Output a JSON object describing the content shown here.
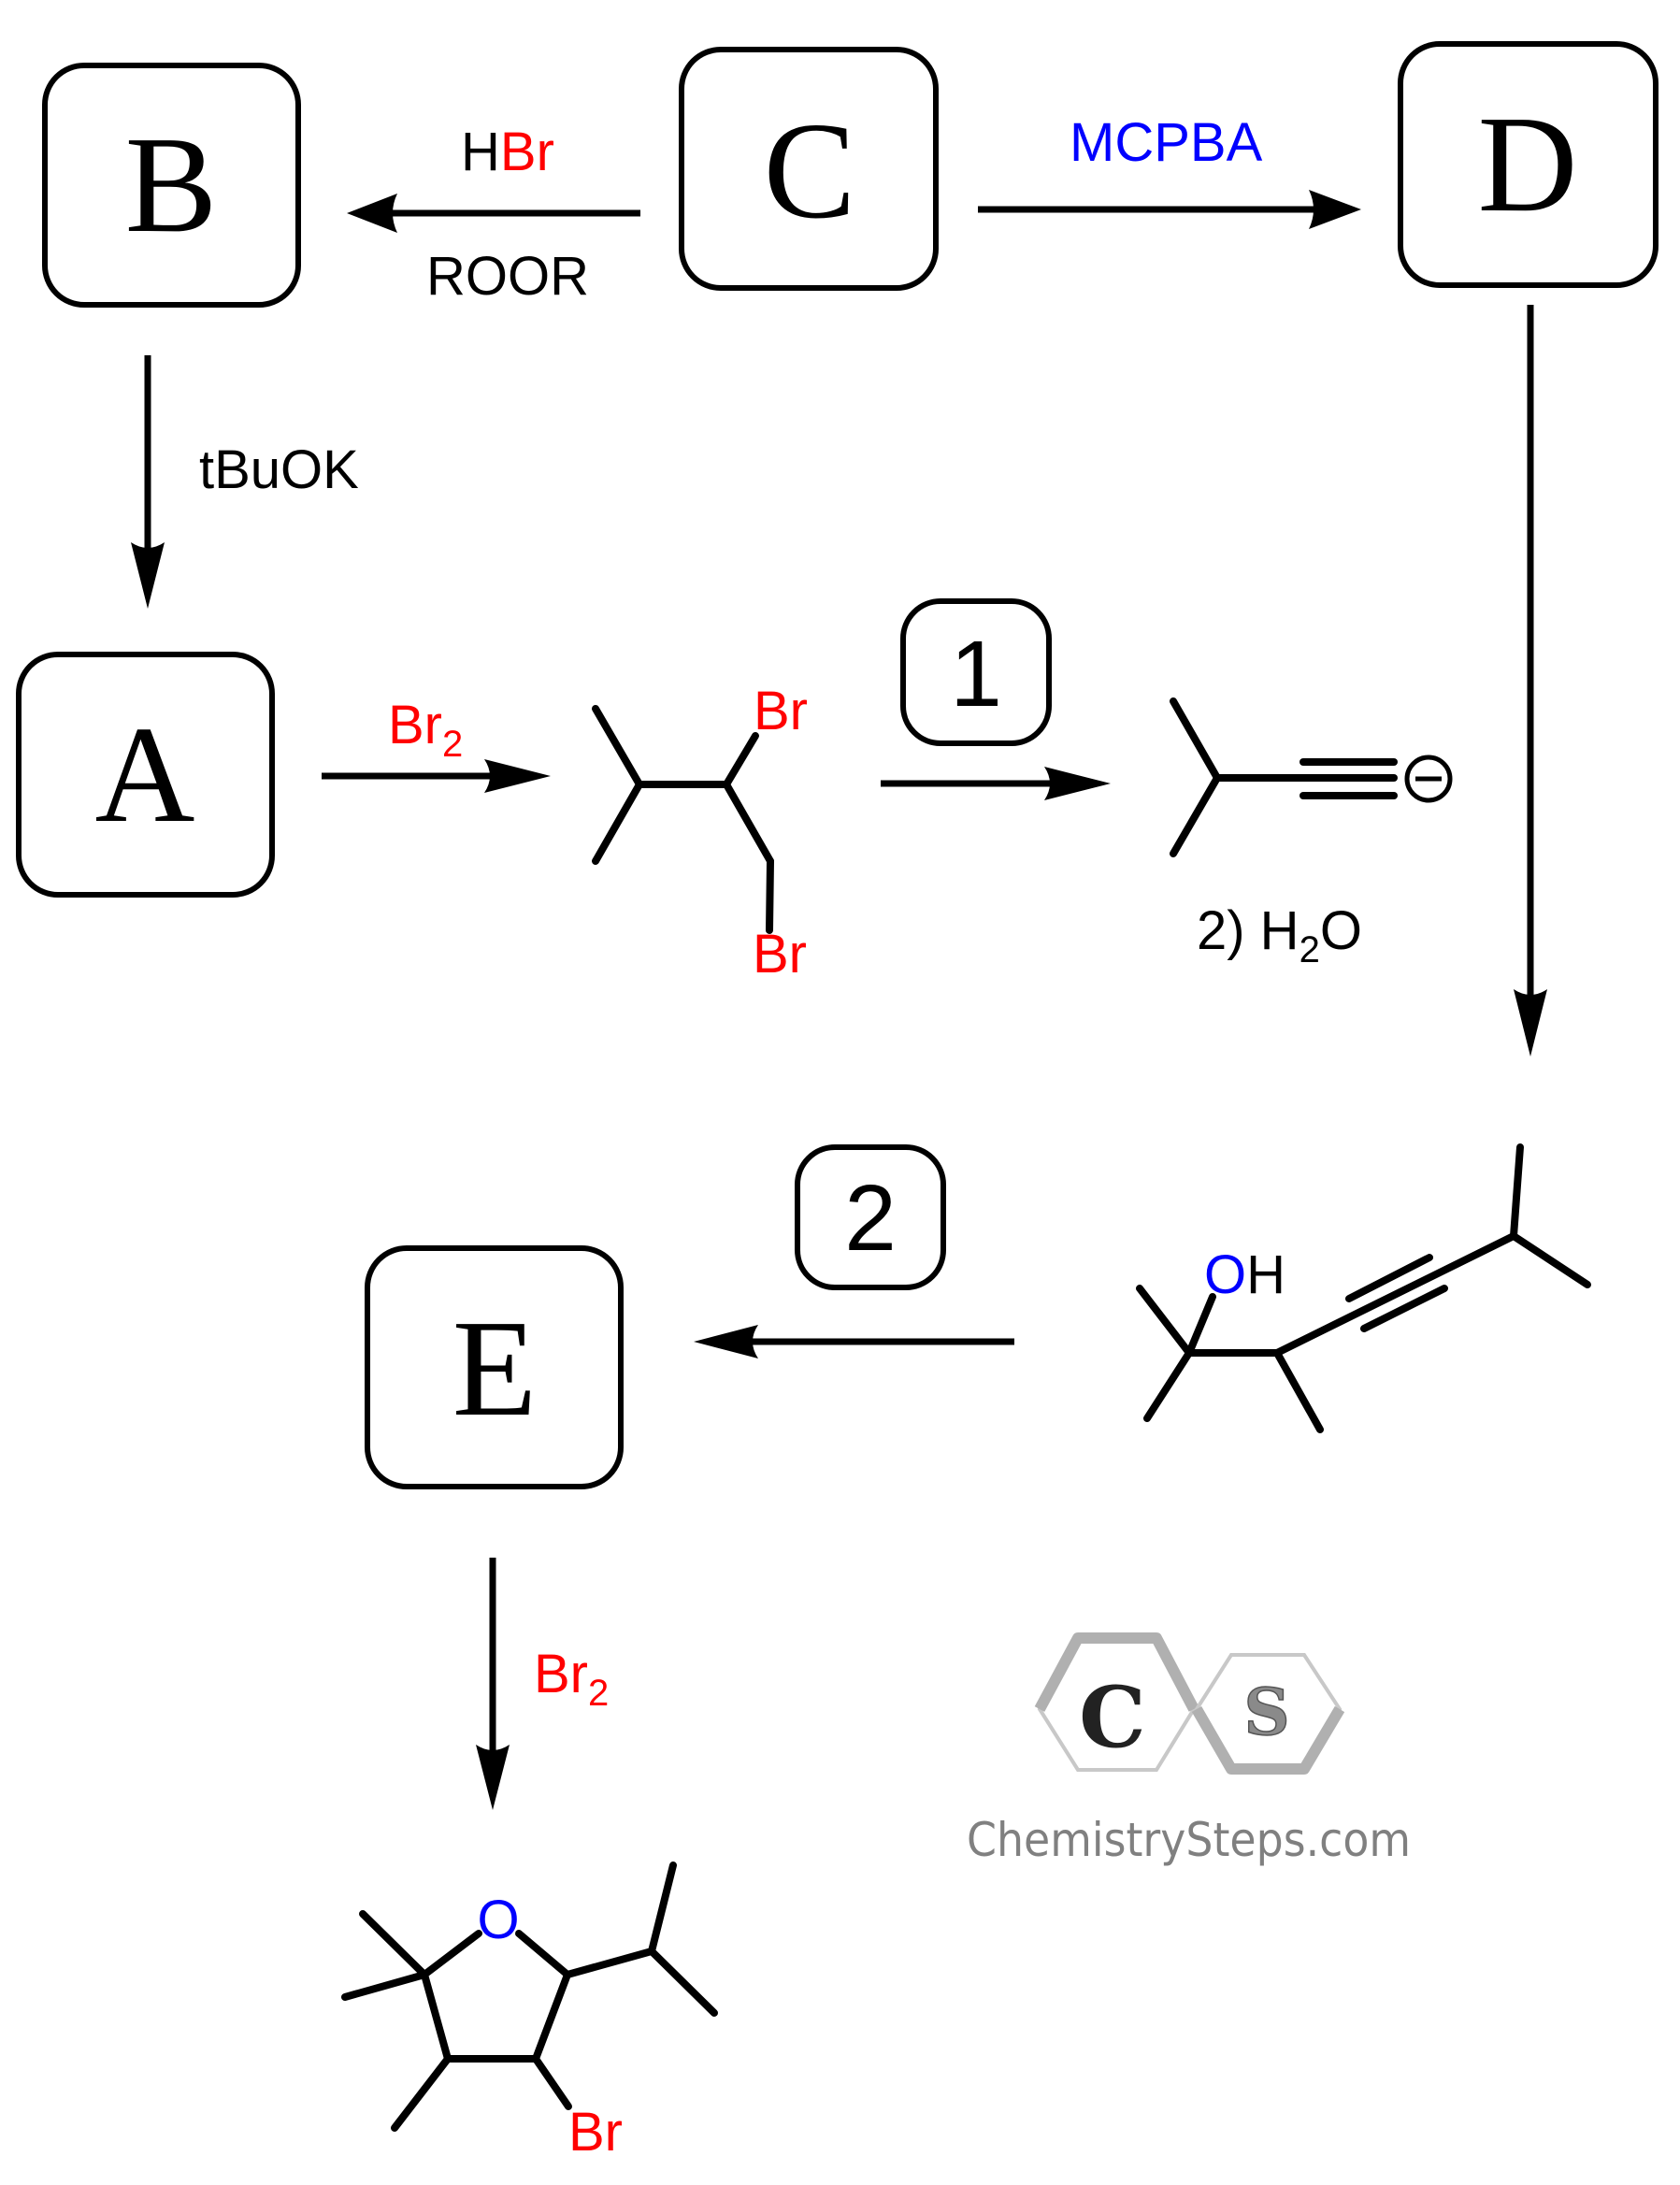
{
  "colors": {
    "black": "#000000",
    "bromine": "#ff0000",
    "oxygen": "#0000ff",
    "reagent_blue": "#0000ff",
    "logo_gray": "#808080"
  },
  "boxes": {
    "A": "A",
    "B": "B",
    "C": "C",
    "D": "D",
    "E": "E",
    "step1": "1",
    "step2": "2"
  },
  "reagents": {
    "c_to_b_top_h": "H",
    "c_to_b_top_br": "Br",
    "c_to_b_bottom": "ROOR",
    "c_to_d": "MCPBA",
    "b_to_a": "tBuOK",
    "a_to_dibromide": "Br",
    "a_to_dibromide_sub": "2",
    "step1_second": "2) H",
    "step1_second_sub": "2",
    "step1_second_end": "O",
    "e_to_product": "Br",
    "e_to_product_sub": "2"
  },
  "molecules": {
    "dibromide": {
      "name": "1,2-dibromo-3-methylbutane",
      "atoms": [
        "Br",
        "Br"
      ]
    },
    "acetylide": {
      "name": "3-methylbutynide anion",
      "charge_symbol": "⊖"
    },
    "alkynol": {
      "name": "2,3,6-trimethylhept-4-yn-2-ol",
      "atom_o": "O",
      "atom_h": "H"
    },
    "thf_product": {
      "name": "3-bromo-2-isopropyl-4,5,5-trimethyltetrahydrofuran",
      "atom_o": "O",
      "atom_br": "Br"
    }
  },
  "logo": {
    "letter_c": "C",
    "letter_s": "S",
    "text": "ChemistrySteps.com"
  }
}
